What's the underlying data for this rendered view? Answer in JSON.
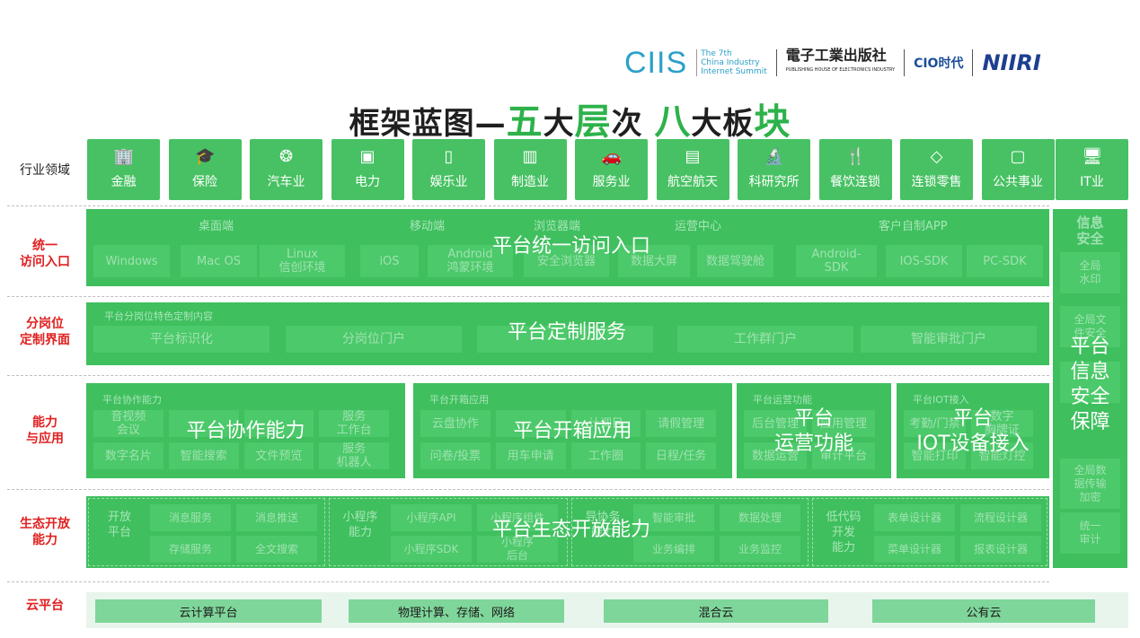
{
  "header": {
    "title_parts": [
      "框架蓝图—",
      "五",
      "大",
      "层",
      "次 ",
      "八",
      "大板",
      "块"
    ],
    "logos": {
      "ciis": "CIIS",
      "ciis_sub": [
        "The 7th",
        "China Industry",
        "Internet Summit"
      ],
      "publisher": "電子工業出版社",
      "publisher_sub": "PUBLISHING HOUSE OF ELECTRONICS INDUSTRY",
      "cio": "CIO时代",
      "niiri": "NIIRI"
    }
  },
  "row_labels": {
    "industry": "行业领域",
    "access": [
      "统一",
      "访问入口"
    ],
    "custom": [
      "分岗位",
      "定制界面"
    ],
    "capability": [
      "能力",
      "与应用"
    ],
    "ecosystem": [
      "生态开放",
      "能力"
    ],
    "cloud": "云平台"
  },
  "industries": [
    {
      "icon": "building-icon",
      "glyph": "🏢",
      "label": "金融"
    },
    {
      "icon": "graduation-cap-icon",
      "glyph": "🎓",
      "label": "保险"
    },
    {
      "icon": "circles-icon",
      "glyph": "❂",
      "label": "汽车业"
    },
    {
      "icon": "box-icon",
      "glyph": "▣",
      "label": "电力"
    },
    {
      "icon": "phone-icon",
      "glyph": "▯",
      "label": "娱乐业"
    },
    {
      "icon": "tools-icon",
      "glyph": "▥",
      "label": "制造业"
    },
    {
      "icon": "car-icon",
      "glyph": "🚗",
      "label": "服务业"
    },
    {
      "icon": "tower-icon",
      "glyph": "▤",
      "label": "航空航天"
    },
    {
      "icon": "microscope-icon",
      "glyph": "🔬",
      "label": "科研究所"
    },
    {
      "icon": "fork-knife-icon",
      "glyph": "🍴",
      "label": "餐饮连锁"
    },
    {
      "icon": "tag-icon",
      "glyph": "◇",
      "label": "连锁零售"
    },
    {
      "icon": "document-icon",
      "glyph": "▢",
      "label": "公共事业"
    },
    {
      "icon": "monitor-icon",
      "glyph": "🖥",
      "label": "IT业"
    }
  ],
  "access": {
    "overlay": "平台统一访问入口",
    "groups": [
      "桌面端",
      "移动端",
      "浏览器端",
      "运营中心",
      "客户自制APP"
    ],
    "items": [
      "Windows",
      "Mac OS",
      "Linux\n信创环境",
      "iOS",
      "Android\n鸿蒙环境",
      "安全浏览器",
      "数据大屏",
      "数据驾驶舱",
      "Android-\nSDK",
      "IOS-SDK",
      "PC-SDK"
    ]
  },
  "custom": {
    "overlay": "平台定制服务",
    "label": "平台分岗位特色定制内容",
    "items": [
      "平台标识化",
      "分岗位门户",
      "",
      "工作群门户",
      "智能审批门户"
    ]
  },
  "capability": {
    "panels": [
      {
        "label": "平台协作能力",
        "overlay": "平台协作能力",
        "items": [
          "音视频\n会议",
          "",
          "",
          "服务\n工作台",
          "数字名片",
          "智能搜索",
          "文件预览",
          "服务\n机器人"
        ]
      },
      {
        "label": "平台开箱应用",
        "overlay": "平台开箱应用",
        "items": [
          "云盘协作",
          "",
          "计调目",
          "请假管理",
          "问卷/投票",
          "用车申请",
          "工作圈",
          "日程/任务"
        ]
      },
      {
        "label": "平台运营功能",
        "overlay": "平台\n运营功能",
        "items": [
          "后台管理",
          "应用管理",
          "数据运营",
          "审计平台"
        ]
      },
      {
        "label": "平台IOT接入",
        "overlay": "平台\nIOT设备接入",
        "items": [
          "考勤/门禁",
          "数字\n胸牌证",
          "智能打印",
          "智能灯控"
        ]
      }
    ]
  },
  "ecosystem": {
    "overlay": "平台生态开放能力",
    "groups": [
      {
        "title": "开放\n平台",
        "items": [
          "消息服务",
          "消息推送",
          "存储服务",
          "全文搜索"
        ]
      },
      {
        "title": "小程序\n能力",
        "items": [
          "小程序API",
          "小程序组件",
          "小程序SDK",
          "小程序\n后台"
        ]
      },
      {
        "title": "导协务\n能力",
        "items": [
          "智能审批",
          "数据处理",
          "业务编排",
          "业务监控"
        ]
      },
      {
        "title": "低代码\n开发\n能力",
        "items": [
          "表单设计器",
          "流程设计器",
          "菜单设计器",
          "报表设计器"
        ]
      }
    ]
  },
  "security": {
    "title": "信息\n安全",
    "overlay": "平台\n信息\n安全\n保障",
    "items": [
      "全局\n水印",
      "全局文\n件安全",
      "",
      "全局数\n据传输\n加密",
      "统一\n审计"
    ]
  },
  "cloud": {
    "items": [
      "云计算平台",
      "物理计算、存储、网络",
      "混合云",
      "公有云"
    ]
  }
}
